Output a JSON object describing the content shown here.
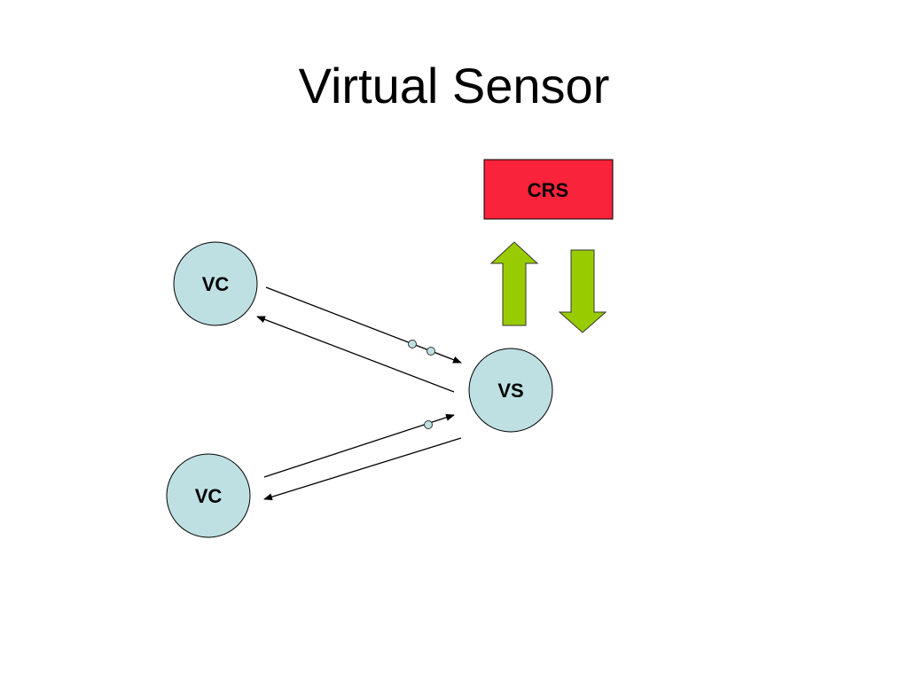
{
  "title": "Virtual Sensor",
  "nodes": {
    "vc_top": {
      "label": "VC"
    },
    "vc_bottom": {
      "label": "VC"
    },
    "vs": {
      "label": "VS"
    },
    "crs": {
      "label": "CRS"
    }
  },
  "colors": {
    "node_fill": "#bfe0e3",
    "crs_fill": "#f9233b",
    "arrow_fill": "#99cc00",
    "stroke": "#000000",
    "packet_fill": "#bfe0e3"
  },
  "icons": {
    "up_arrow": "up-arrow-icon",
    "down_arrow": "down-arrow-icon"
  }
}
